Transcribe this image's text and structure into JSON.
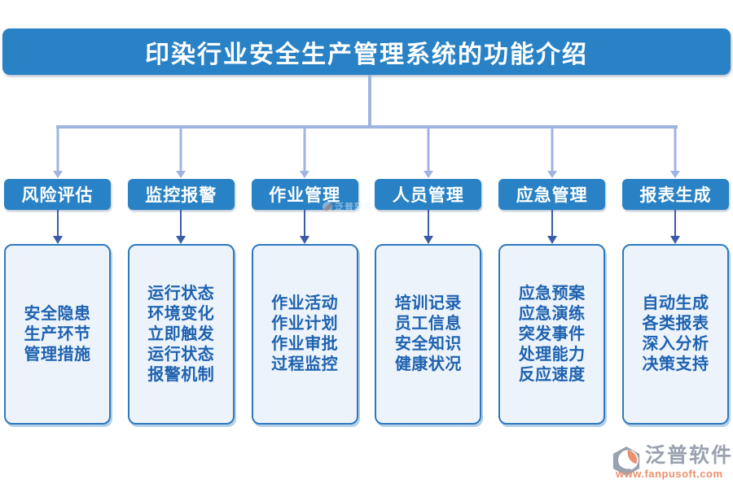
{
  "title": "印染行业安全生产管理系统的功能介绍",
  "columns": [
    {
      "header": "风险评估",
      "items": [
        "安全隐患",
        "生产环节",
        "管理措施"
      ]
    },
    {
      "header": "监控报警",
      "items": [
        "运行状态",
        "环境变化",
        "立即触发",
        "运行状态",
        "报警机制"
      ]
    },
    {
      "header": "作业管理",
      "items": [
        "作业活动",
        "作业计划",
        "作业审批",
        "过程监控"
      ]
    },
    {
      "header": "人员管理",
      "items": [
        "培训记录",
        "员工信息",
        "安全知识",
        "健康状况"
      ]
    },
    {
      "header": "应急管理",
      "items": [
        "应急预案",
        "应急演练",
        "突发事件",
        "处理能力",
        "反应速度"
      ]
    },
    {
      "header": "报表生成",
      "items": [
        "自动生成",
        "各类报表",
        "深入分析",
        "决策支持"
      ]
    }
  ],
  "watermark": {
    "brand": "泛普软件"
  },
  "footer_logo": {
    "brand": "泛普软件",
    "website": "www.fanpusoft.com"
  },
  "colors": {
    "primary_blue": "#2982C5",
    "connector_light": "#9FB4E0",
    "connector_dark": "#3A5CA8",
    "content_bg": "#EDF3FB",
    "content_border": "#2E79BE",
    "content_text": "#1E62B0",
    "logo_gray": "#9AA2AF",
    "logo_orange": "#E9906E"
  }
}
